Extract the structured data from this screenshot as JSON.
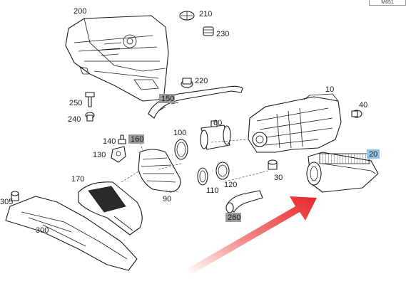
{
  "reference_code": "M651",
  "colors": {
    "highlight_gray": "#9a9a9a",
    "highlight_blue": "#8fc6ea",
    "arrow_red": "#e8262a",
    "line": "#1a1a1a"
  },
  "labels": {
    "p10": "10",
    "p20": "20",
    "p30": "30",
    "p40": "40",
    "p60": "60",
    "p90": "90",
    "p100": "100",
    "p110": "110",
    "p120": "120",
    "p130": "130",
    "p140": "140",
    "p150": "150",
    "p160": "160",
    "p170": "170",
    "p200": "200",
    "p210": "210",
    "p220": "220",
    "p230": "230",
    "p240": "240",
    "p250": "250",
    "p260": "260",
    "p300": "300",
    "p305": "305"
  },
  "icons": {
    "pointer": "red-arrow-icon",
    "brand": "star-emblem-icon"
  }
}
